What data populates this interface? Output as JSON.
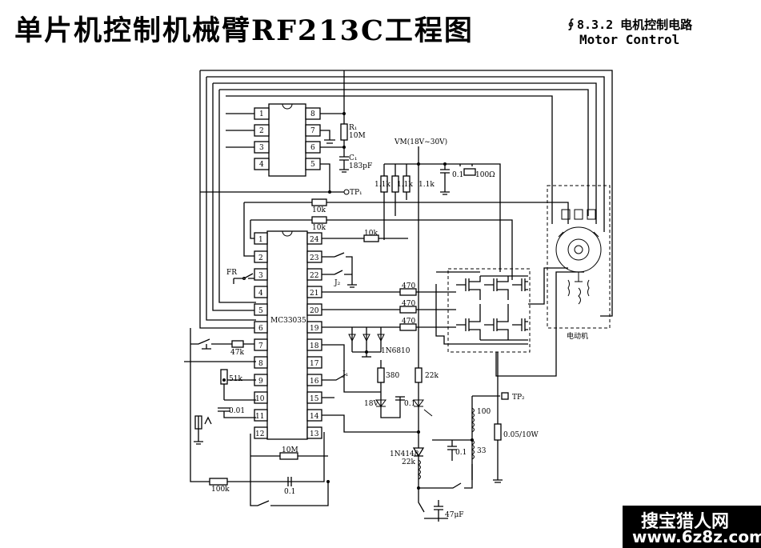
{
  "title": "单片机控制机械臂RF213C工程图",
  "section": "∮8.3.2 电机控制电路",
  "section_sub": "Motor Control",
  "watermark": {
    "line1": "搜宝猎人网",
    "line2": "www.6z8z.com"
  },
  "ic_top": {
    "pins_left": [
      "1",
      "2",
      "3",
      "4"
    ],
    "pins_right": [
      "8",
      "7",
      "6",
      "5"
    ]
  },
  "ic_main": {
    "label": "MC33035",
    "pins_left": [
      "1",
      "2",
      "3",
      "4",
      "5",
      "6",
      "7",
      "8",
      "9",
      "10",
      "11",
      "12"
    ],
    "pins_right": [
      "24",
      "23",
      "22",
      "21",
      "20",
      "19",
      "18",
      "17",
      "16",
      "15",
      "14",
      "13"
    ]
  },
  "labels": {
    "r1": "R₁",
    "r1_val": "10M",
    "c1": "C₁",
    "c1_val": "183pF",
    "tp1": "TP₁",
    "vm": "VM(18V~30V)",
    "r_1k_a": "1.1k",
    "r_1k_b": "1.1k",
    "r_1k_c": "1.1k",
    "c_01": "0.1",
    "r_100": "100Ω",
    "r10k_a": "10k",
    "r10k_b": "10k",
    "r10k_c": "10k",
    "fr": "FR",
    "j2": "J₂",
    "j1": "J₁",
    "r47k": "47k",
    "r470_a": "470",
    "r470_b": "470",
    "r470_c": "470",
    "diode": "1N6810",
    "r380": "380",
    "z18v": "18V",
    "c_01b": "0.1",
    "r22k": "22k",
    "r51k": "51k",
    "c_001": "0.01",
    "r10m": "10M",
    "r100k": "100k",
    "c_01c": "0.1",
    "n4148": "1N4148",
    "r22k_b": "22k",
    "c_01d": "0.1",
    "r33": "33",
    "r100": "100",
    "r005": "0.05/10W",
    "tp2": "TP₂",
    "c47u": "47μF",
    "motor": "电动机"
  }
}
